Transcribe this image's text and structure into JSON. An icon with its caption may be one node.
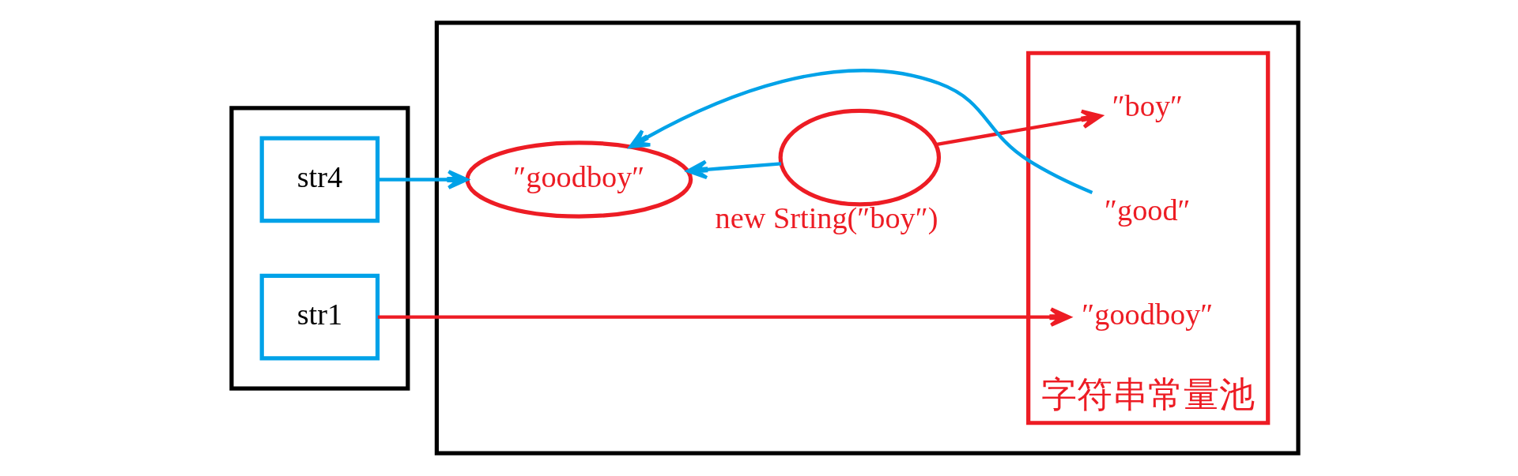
{
  "diagram": {
    "nodes": [
      {
        "text": [],
        "shape": "box"
      },
      {
        "text": [
          "str1"
        ],
        "in": 0
      },
      {
        "text": [
          "str4"
        ],
        "in": 0
      },
      {
        "text": [],
        "shape": "box"
      },
      {
        "text": [
          "″goodboy″"
        ],
        "in": 3
      },
      {
        "text": [],
        "shape": "ellipse",
        "beside": [
          "new Srting(″boy″)"
        ],
        "in": 3
      },
      {
        "text": [
          "字符串常量池"
        ],
        "in": 3
      },
      {
        "text": [
          "″goodboy″"
        ],
        "in": 6
      },
      {
        "text": [
          "″good″"
        ],
        "in": 6
      },
      {
        "text": [
          "″boy″"
        ],
        "in": 6
      }
    ],
    "edges": [
      {
        "from": 1,
        "to": 7,
        "arrow": "to",
        "color": "#ed1c24"
      },
      {
        "from": 2,
        "to": 4,
        "arrow": "to"
      },
      {
        "from": 8,
        "to": 4,
        "arrow": "to"
      },
      {
        "from": 5,
        "to": 4,
        "arrow": "to"
      },
      {
        "from": 5,
        "to": 9,
        "arrow": "to",
        "color": "#ed1c24"
      }
    ]
  }
}
